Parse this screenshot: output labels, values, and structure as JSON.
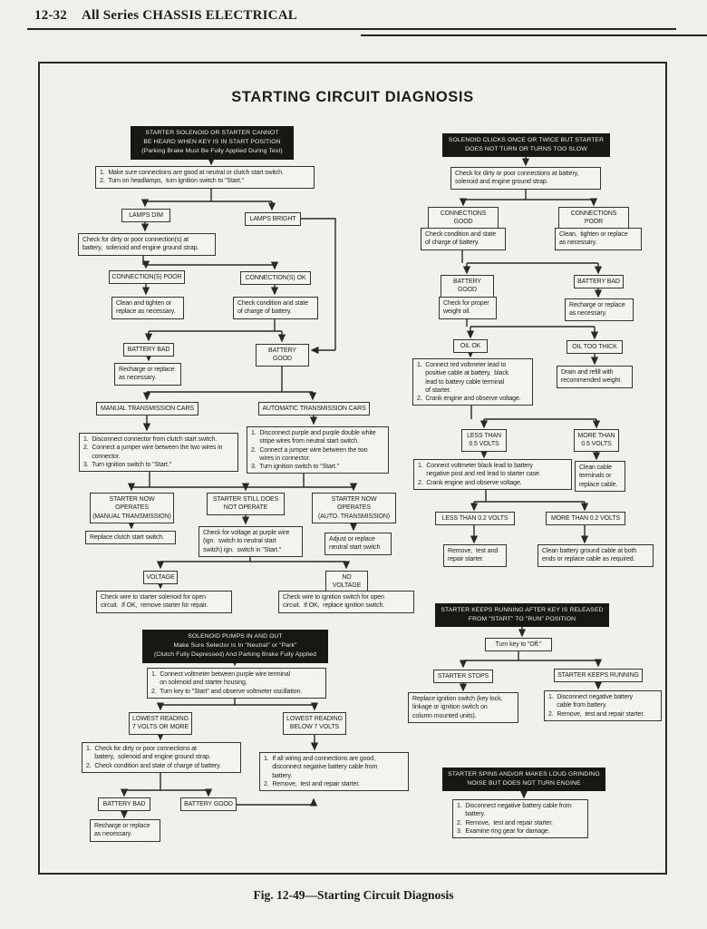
{
  "page": {
    "header_number": "12-32",
    "header_title": "All Series CHASSIS ELECTRICAL",
    "figure_title": "STARTING CIRCUIT DIAGNOSIS",
    "caption": "Fig. 12-49—Starting Circuit Diagnosis"
  },
  "colors": {
    "paper": "#f0efeb",
    "ink": "#1d1c1a",
    "black_box": "#181712"
  },
  "nodes": {
    "l_start": "STARTER SOLENOID OR STARTER CANNOT\nBE HEARD WHEN KEY IS IN START POSITION\n(Parking Brake Must Be Fully Applied During Test)",
    "l_step1": "1.  Make sure connections are good at neutral or clutch start switch.\n2.  Turn on headlamps,  turn ignition switch to \"Start.\"",
    "l_lamps_dim": "LAMPS DIM",
    "l_lamps_bright": "LAMPS BRIGHT",
    "l_check_conn": "Check for dirty or poor connection(s) at\nbattery,  solenoid and engine ground strap.",
    "l_conn_poor": "CONNECTION(S) POOR",
    "l_conn_ok": "CONNECTION(S) OK",
    "l_clean": "Clean and tighten or\nreplace as necessary.",
    "l_check_batt": "Check condition and state\nof charge of battery.",
    "l_batt_bad": "BATTERY BAD",
    "l_batt_good": "BATTERY GOOD",
    "l_recharge": "Recharge or replace\nas necessary.",
    "l_manual": "MANUAL TRANSMISSION CARS",
    "l_auto": "AUTOMATIC TRANSMISSION CARS",
    "l_manual_steps": "1.  Disconnect connector from clutch start switch.\n2.  Connect a jumper wire between the two wires in\n     connector.\n3.  Turn ignition switch to \"Start.\"",
    "l_auto_steps": "1.  Disconnect purple and purple double white\n     stripe wires from neutral start switch.\n2.  Connect a jumper wire between the two\n     wires in connector.\n3.  Turn ignition switch to \"Start.\"",
    "l_now_manual": "STARTER NOW OPERATES\n(MANUAL TRANSMISSION)",
    "l_still_not": "STARTER STILL DOES\nNOT OPERATE",
    "l_now_auto": "STARTER NOW OPERATES\n(AUTO. TRANSMISSION)",
    "l_replace_clutch": "Replace clutch start switch.",
    "l_check_voltage": "Check for voltage at purple wire\n(ign.  switch to neutral start\nswitch) ign.  switch in \"Start.\"",
    "l_adjust": "Adjust or replace\nneutral start switch",
    "l_voltage": "VOLTAGE",
    "l_no_voltage": "NO VOLTAGE",
    "l_wire_solenoid": "Check wire to starter solenoid for open\ncircuit.  If OK,  remove starter for repair.",
    "l_wire_ignition": "Check wire to ignition switch for open\ncircuit.  If OK,  replace ignition switch.",
    "p_start": "SOLENOID PUMPS IN AND OUT\nMake Sure Selector Is In \"Neutral\" or \"Park\"\n(Clutch Fully Depressed) And Parking Brake Fully Applied",
    "p_step": "1.  Connect voltmeter between purple wire terminal\n     on solenoid and starter housing.\n2.  Turn key to \"Start\" and observe voltmeter oscillation.",
    "p_low_more": "LOWEST READING\n7 VOLTS OR MORE",
    "p_low_below": "LOWEST READING\nBELOW 7 VOLTS",
    "p_check": "1.  Check for dirty or poor connections at\n     battery,  solenoid and engine ground strap.\n2.  Check condition and state of charge of battery.",
    "p_if_good": "1.  If all wiring and connections are good,\n     disconnect negative battery cable from\n     battery.\n2.  Remove,  test and repair starter.",
    "p_batt_bad": "BATTERY BAD",
    "p_batt_good": "BATTERY GOOD",
    "p_recharge": "Recharge or replace\nas necessary.",
    "r_start": "SOLENOID CLICKS ONCE OR TWICE BUT STARTER\nDOES NOT TURN OR TURNS TOO SLOW",
    "r_check_conn": "Check for dirty or poor connections at battery,\nsolenoid and engine ground strap.",
    "r_conn_good": "CONNECTIONS GOOD",
    "r_conn_poor": "CONNECTIONS POOR",
    "r_check_batt": "Check condition and state\nof charge of battery.",
    "r_clean": "Clean,  tighten or replace\nas necessary.",
    "r_batt_good": "BATTERY GOOD",
    "r_batt_bad": "BATTERY BAD",
    "r_weight_oil": "Check for proper\nweight oil.",
    "r_recharge": "Recharge or replace\nas necessary.",
    "r_oil_ok": "OIL OK",
    "r_oil_thick": "OIL TOO THICK",
    "r_voltmeter": "1.  Connect red voltmeter lead to\n     positive cable at battery,  black\n     lead to battery cable terminal\n     of starter.\n2.  Crank engine and observe voltage.",
    "r_drain": "Drain and refill with\nrecommended weight.",
    "r_less5": "LESS THAN\n0.5 VOLTS",
    "r_more5": "MORE THAN\n0.5 VOLTS",
    "r_black_lead": "1.  Connect voltmeter black lead to battery\n     negative post and red lead to starter case.\n2.  Crank engine and observe voltage.",
    "r_clean_cable": "Clean cable\nterminals or\nreplace cable.",
    "r_less2": "LESS THAN 0.2 VOLTS",
    "r_more2": "MORE THAN 0.2 VOLTS",
    "r_remove_starter": "Remove,  test and\nrepair starter.",
    "r_clean_ground": "Clean battery ground cable at both\nends or replace cable as required.",
    "k_start": "STARTER KEEPS RUNNING AFTER KEY IS RELEASED\nFROM \"START\" TO \"RUN\" POSITION",
    "k_turn_off": "Turn key to \"Off.\"",
    "k_stops": "STARTER STOPS",
    "k_keeps": "STARTER KEEPS RUNNING",
    "k_replace_ign": "Replace ignition switch (key lock,\nlinkage or ignition switch on\ncolumn mounted units).",
    "k_disconnect": "1.  Disconnect negative battery\n     cable from battery.\n2.  Remove,  test and repair starter.",
    "s_start": "STARTER SPINS AND/OR MAKES LOUD GRINDING\nNOISE BUT DOES NOT TURN ENGINE",
    "s_steps": "1.  Disconnect negative battery cable from\n     battery.\n2.  Remove,  test and repair starter.\n3.  Examine ring gear for damage."
  }
}
